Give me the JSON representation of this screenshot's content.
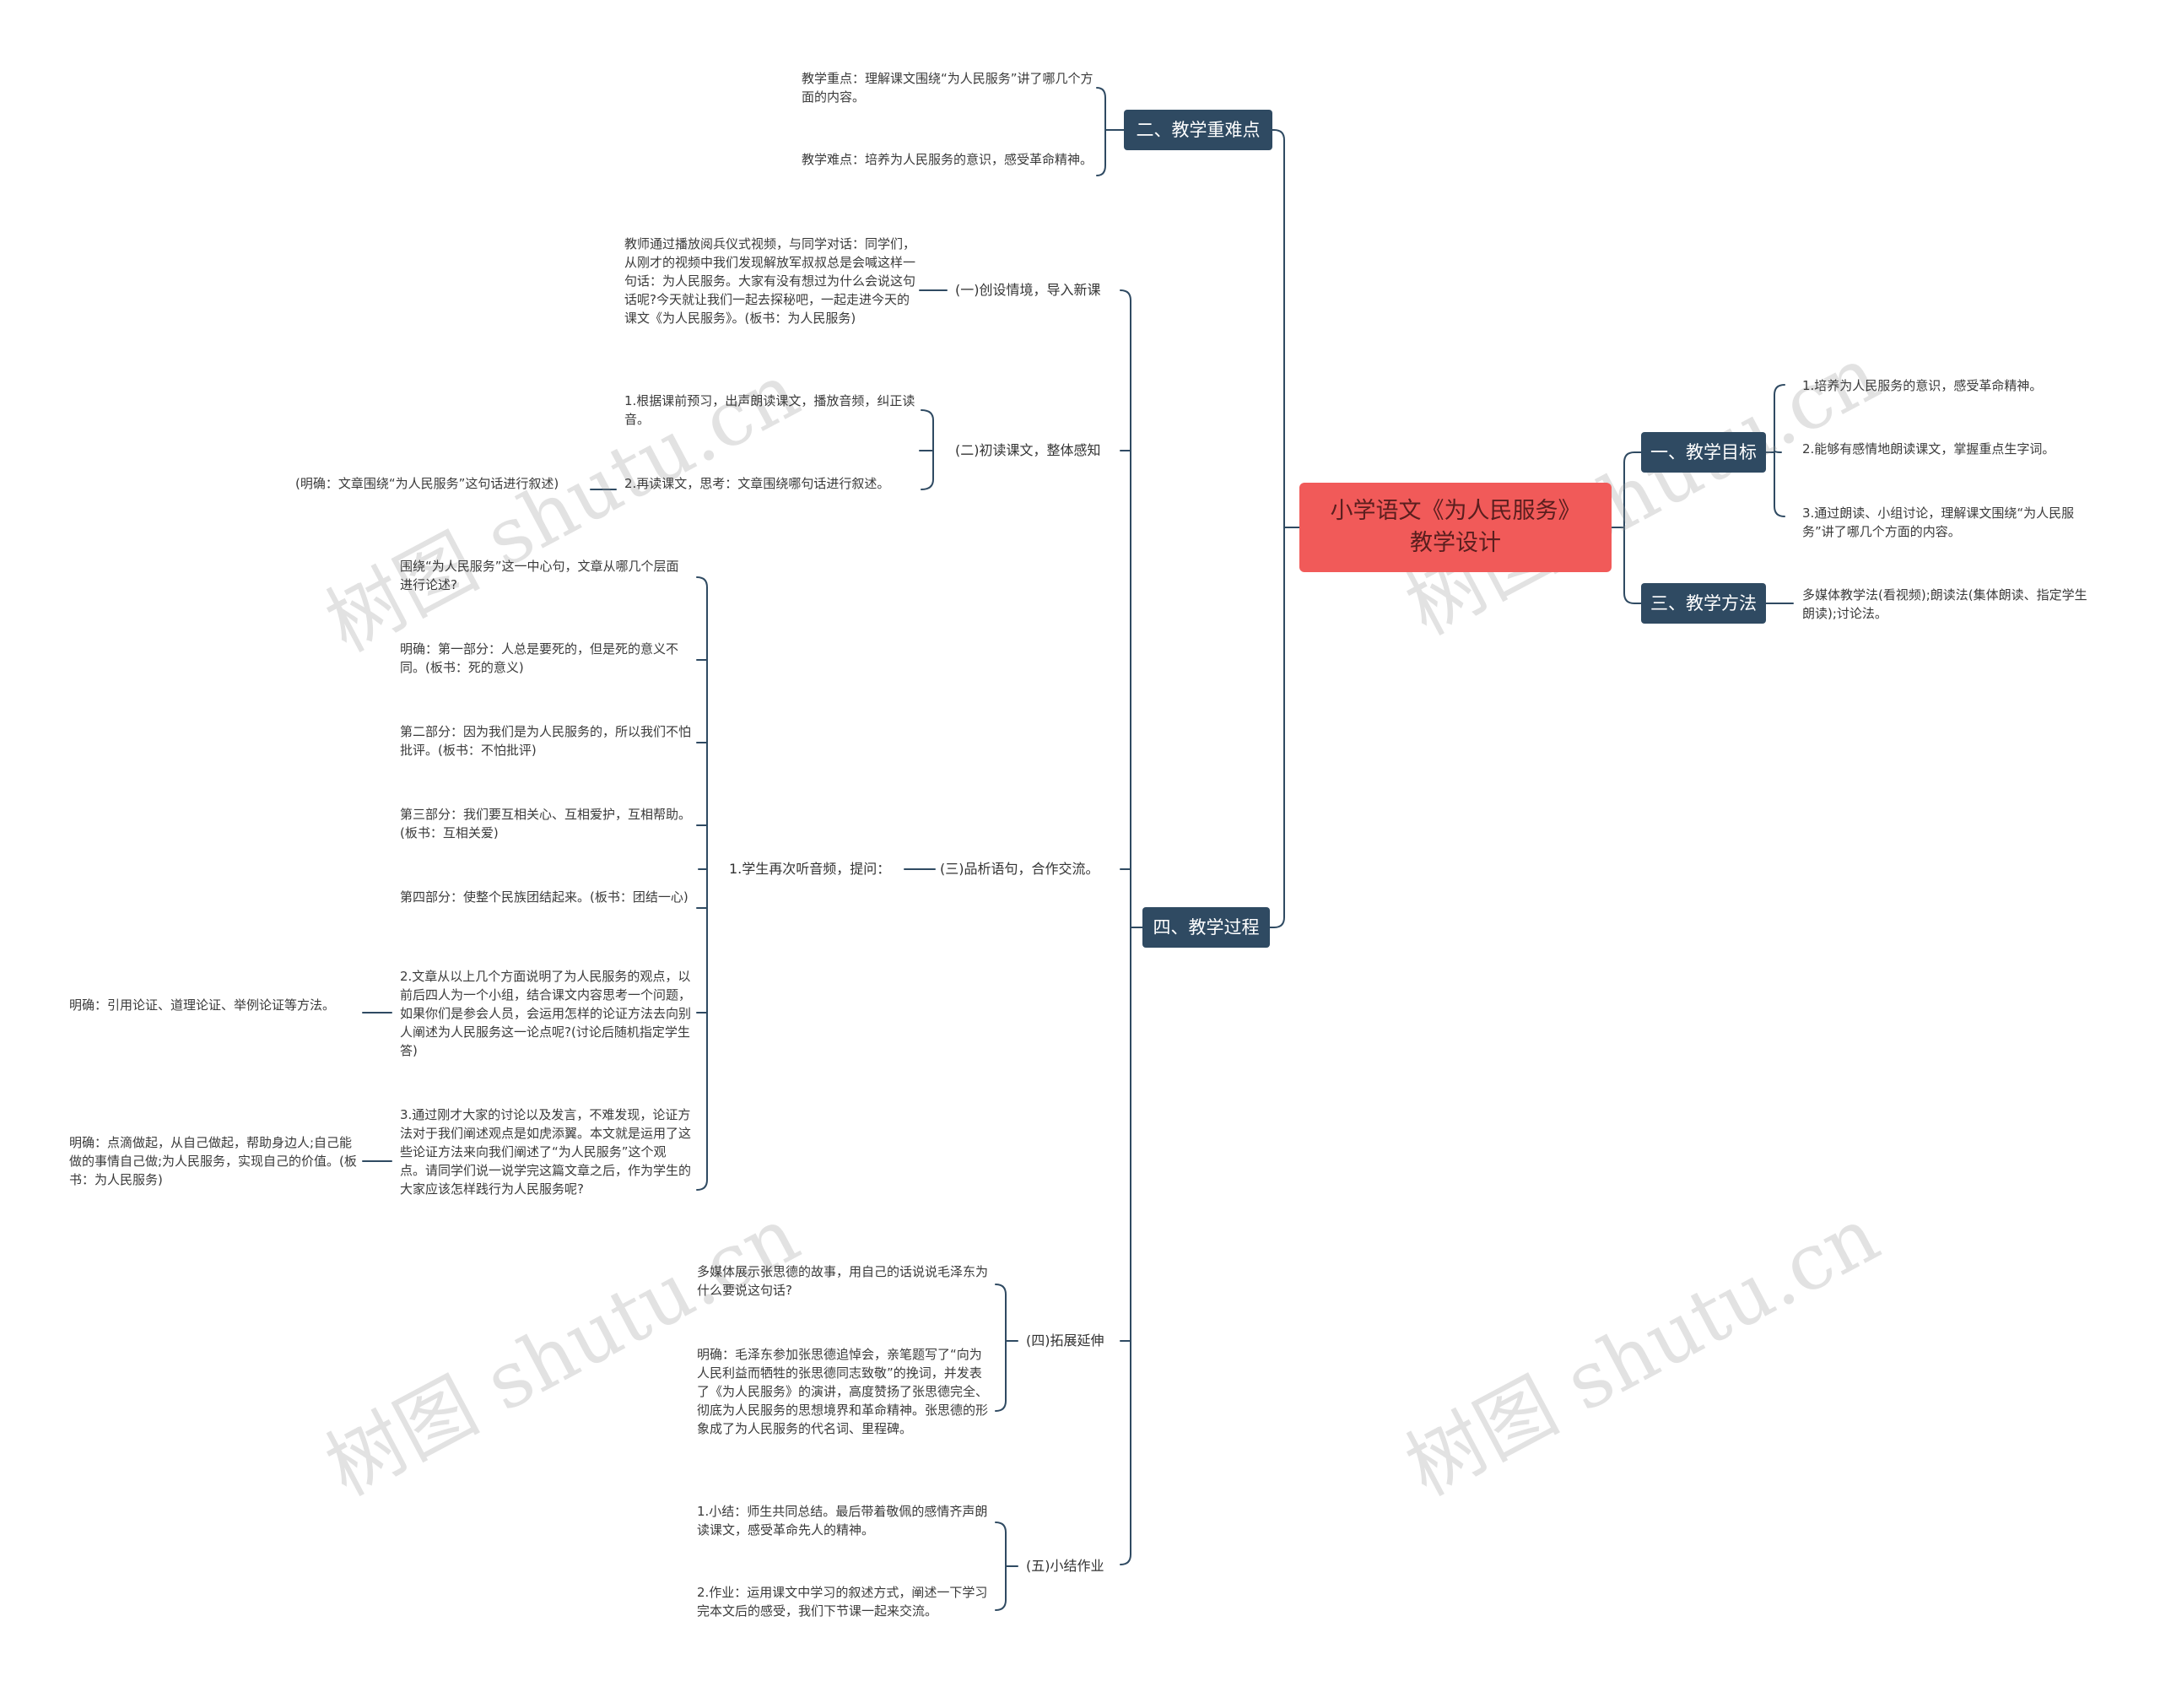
{
  "root": {
    "title_line1": "小学语文《为人民服务》",
    "title_line2": "教学设计"
  },
  "branches": {
    "goals": "一、教学目标",
    "key_points": "二、教学重难点",
    "methods": "三、教学方法",
    "process": "四、教学过程"
  },
  "goals_items": [
    "1.培养为人民服务的意识，感受革命精神。",
    "2.能够有感情地朗读课文，掌握重点生字词。",
    "3.通过朗读、小组讨论，理解课文围绕“为人民服务”讲了哪几个方面的内容。"
  ],
  "methods_item": "多媒体教学法(看视频);朗读法(集体朗读、指定学生朗读);讨论法。",
  "key_points_items": [
    "教学重点：理解课文围绕“为人民服务”讲了哪几个方面的内容。",
    "教学难点：培养为人民服务的意识，感受革命精神。"
  ],
  "process": {
    "s1": {
      "label": "(一)创设情境，导入新课",
      "text": "教师通过播放阅兵仪式视频，与同学对话：同学们，从刚才的视频中我们发现解放军叔叔总是会喊这样一句话：为人民服务。大家有没有想过为什么会说这句话呢?今天就让我们一起去探秘吧，一起走进今天的课文《为人民服务》。(板书：为人民服务)"
    },
    "s2": {
      "label": "(二)初读课文，整体感知",
      "item1": "1.根据课前预习，出声朗读课文，播放音频，纠正读音。",
      "item2": "2.再读课文，思考：文章围绕哪句话进行叙述。",
      "item2_answer": "(明确：文章围绕“为人民服务”这句话进行叙述)"
    },
    "s3": {
      "label": "(三)品析语句，合作交流。",
      "sub1": "1.学生再次听音频，提问：",
      "sub1_items": [
        "围绕“为人民服务”这一中心句，文章从哪几个层面进行论述?",
        "明确：第一部分：人总是要死的，但是死的意义不同。(板书：死的意义)",
        "第二部分：因为我们是为人民服务的，所以我们不怕批评。(板书：不怕批评)",
        "第三部分：我们要互相关心、互相爱护，互相帮助。(板书：互相关爱)",
        "第四部分：使整个民族团结起来。(板书：团结一心)"
      ],
      "sub2": "2.文章从以上几个方面说明了为人民服务的观点，以前后四人为一个小组，结合课文内容思考一个问题，如果你们是参会人员，会运用怎样的论证方法去向别人阐述为人民服务这一论点呢?(讨论后随机指定学生答)",
      "sub2_answer": "明确：引用论证、道理论证、举例论证等方法。",
      "sub3": "3.通过刚才大家的讨论以及发言，不难发现，论证方法对于我们阐述观点是如虎添翼。本文就是运用了这些论证方法来向我们阐述了“为人民服务”这个观点。请同学们说一说学完这篇文章之后，作为学生的大家应该怎样践行为人民服务呢?",
      "sub3_answer": "明确：点滴做起，从自己做起，帮助身边人;自己能做的事情自己做;为人民服务，实现自己的价值。(板书：为人民服务)"
    },
    "s4": {
      "label": "(四)拓展延伸",
      "item1": "多媒体展示张思德的故事，用自己的话说说毛泽东为什么要说这句话?",
      "item2": "明确：毛泽东参加张思德追悼会，亲笔题写了“向为人民利益而牺牲的张思德同志致敬”的挽词，并发表了《为人民服务》的演讲，高度赞扬了张思德完全、彻底为人民服务的思想境界和革命精神。张思德的形象成了为人民服务的代名词、里程碑。"
    },
    "s5": {
      "label": "(五)小结作业",
      "item1": "1.小结：师生共同总结。最后带着敬佩的感情齐声朗读课文，感受革命先人的精神。",
      "item2": "2.作业：运用课文中学习的叙述方式，阐述一下学习完本文后的感受，我们下节课一起来交流。"
    }
  },
  "watermark": "树图 shutu.cn",
  "colors": {
    "root": "#f15a59",
    "branch": "#2f4a62",
    "line": "#2f4a62"
  }
}
